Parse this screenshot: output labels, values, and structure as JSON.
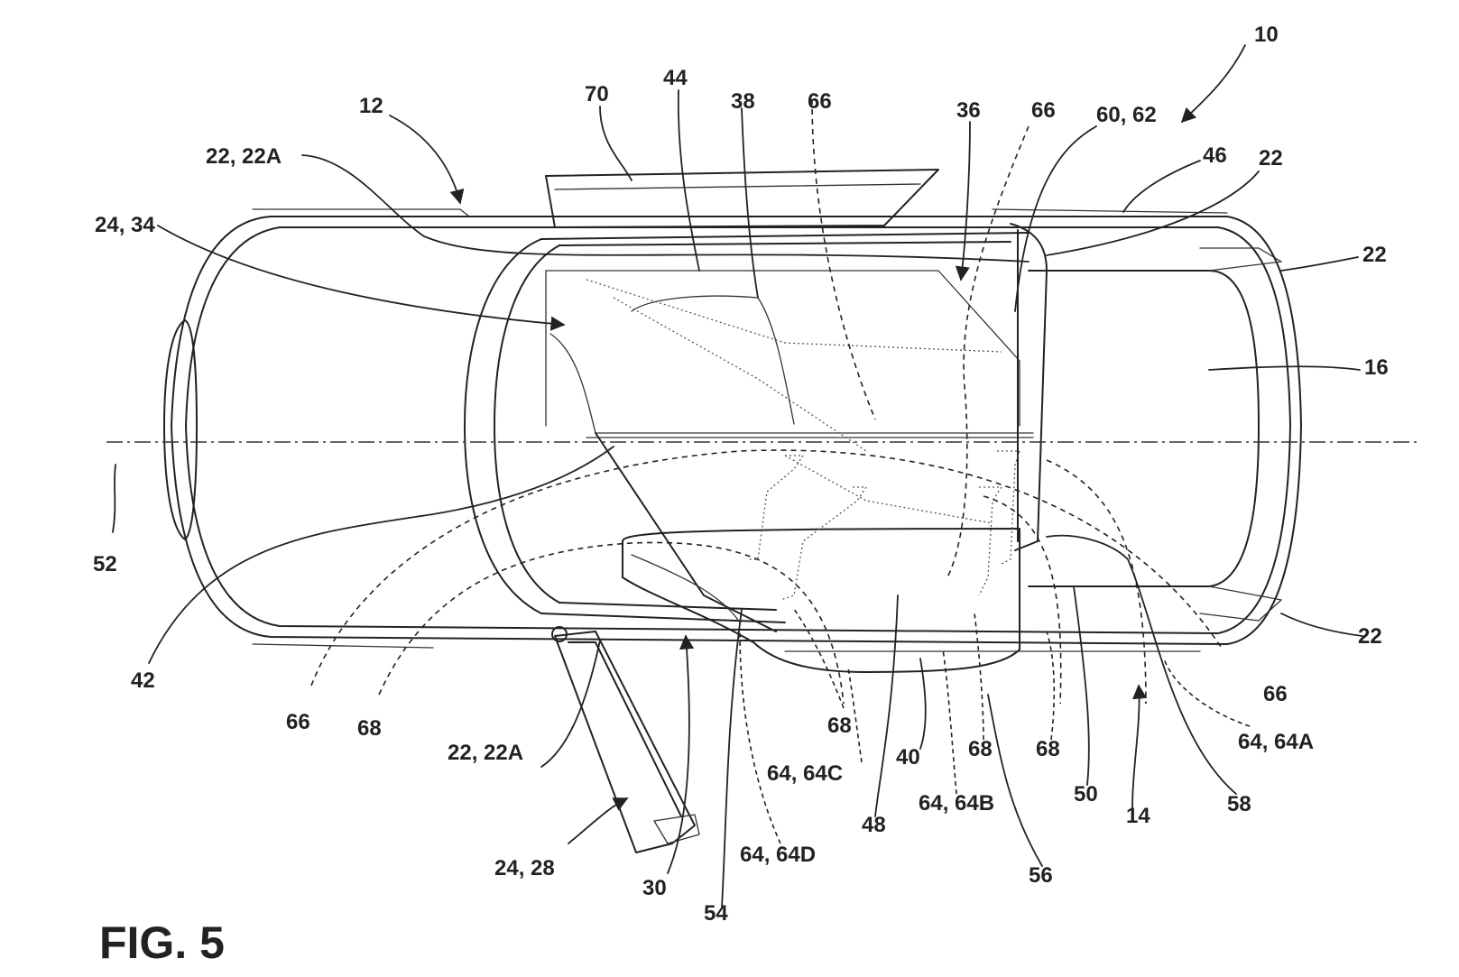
{
  "figure_caption": "FIG. 5",
  "reference_labels": [
    "10",
    "12",
    "22, 22A",
    "24, 34",
    "70",
    "44",
    "38",
    "66",
    "36",
    "66",
    "60, 62",
    "46",
    "22",
    "22",
    "16",
    "52",
    "42",
    "66",
    "68",
    "22, 22A",
    "24, 28",
    "30",
    "54",
    "64, 64D",
    "68",
    "64, 64C",
    "48",
    "40",
    "68",
    "64, 64B",
    "56",
    "68",
    "50",
    "14",
    "58",
    "64, 64A",
    "66",
    "22"
  ]
}
